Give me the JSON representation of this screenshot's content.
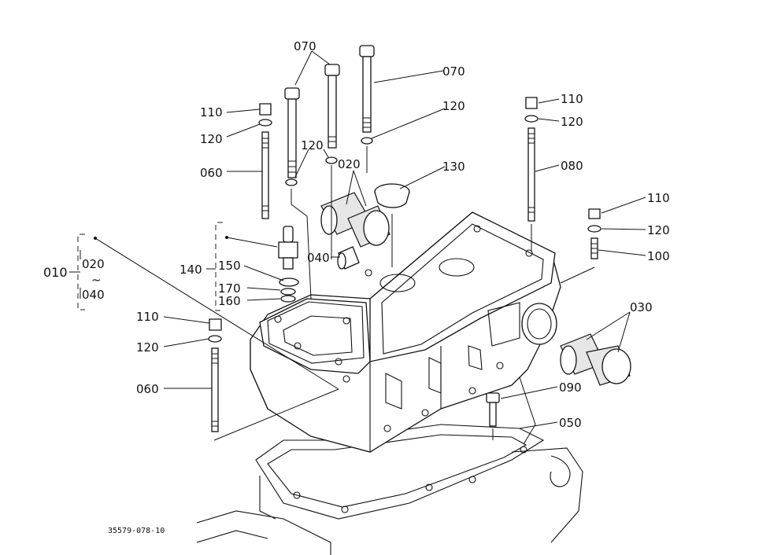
{
  "diagram": {
    "reference_code": "35579-078-10",
    "callouts": {
      "c010": "010",
      "c020_group": "020",
      "c020": "020",
      "c030": "030",
      "c040_group": "040",
      "c040": "040",
      "c050": "050",
      "c060_top": "060",
      "c060_bottom": "060",
      "c070_top": "070",
      "c070_right": "070",
      "c080": "080",
      "c090": "090",
      "c100": "100",
      "c110_left": "110",
      "c110_topright": "110",
      "c110_right": "110",
      "c110_bottom": "110",
      "c120_left": "120",
      "c120_mid": "120",
      "c120_top": "120",
      "c120_topright": "120",
      "c120_right": "120",
      "c120_bottom": "120",
      "c130": "130",
      "c140": "140",
      "c150": "150",
      "c160": "160",
      "c170": "170",
      "tilde": "~"
    }
  }
}
